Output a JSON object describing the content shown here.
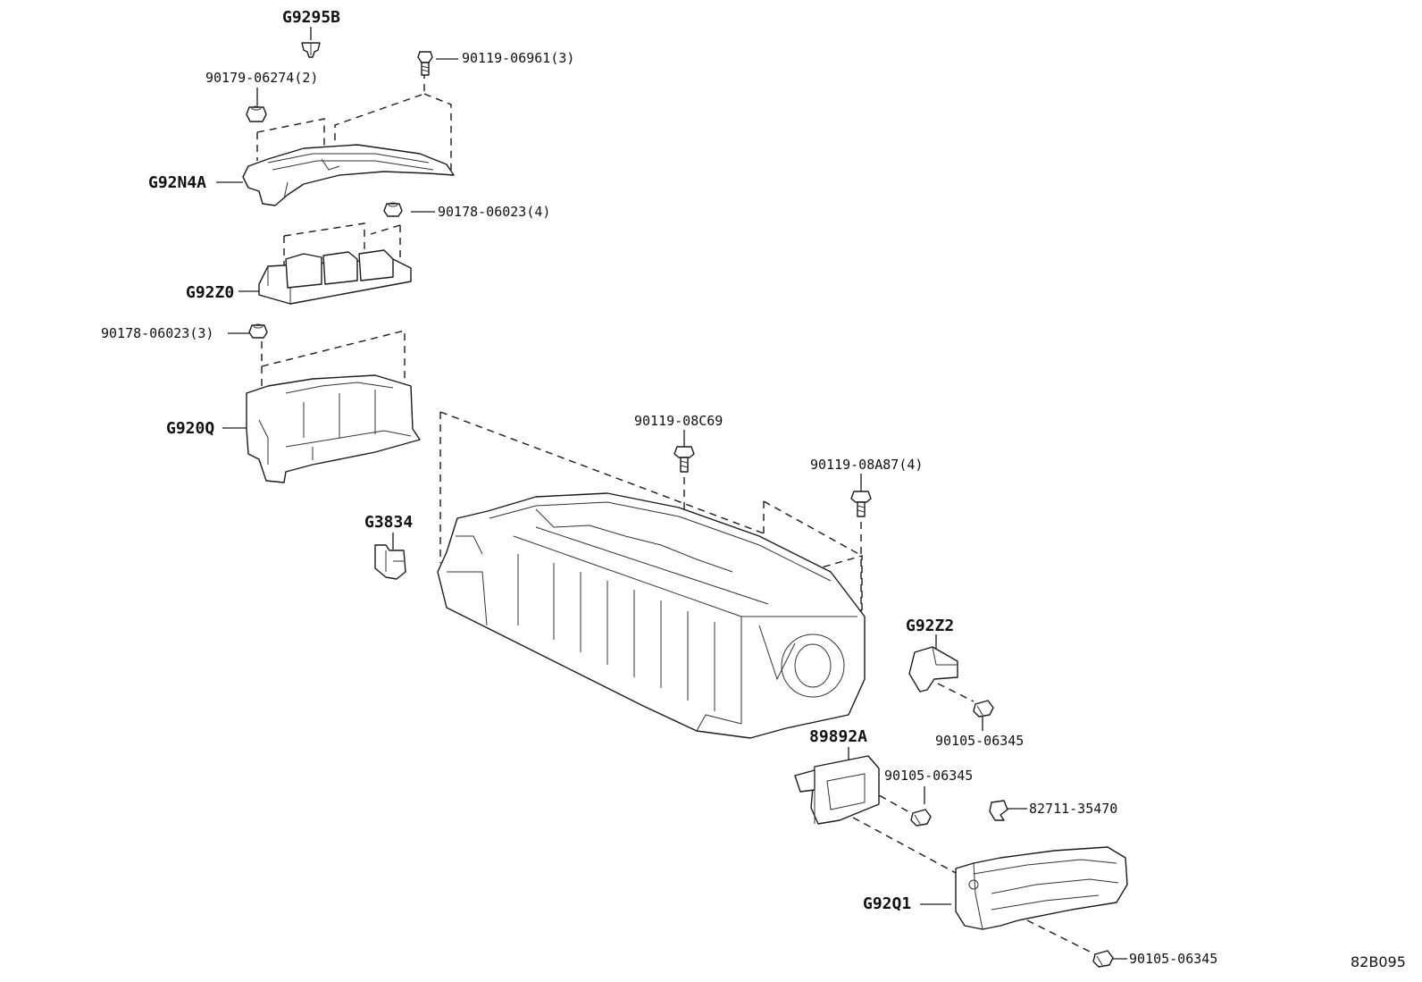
{
  "diagram_id": "82B095",
  "labels": {
    "g9295b": "G9295B",
    "p90119_06961": "90119-06961(3)",
    "p90179_06274": "90179-06274(2)",
    "g92n4a": "G92N4A",
    "p90178_06023_4": "90178-06023(4)",
    "g92z0": "G92Z0",
    "p90178_06023_3": "90178-06023(3)",
    "g920q": "G920Q",
    "p90119_08c69": "90119-08C69",
    "p90119_08a87": "90119-08A87(4)",
    "g3834": "G3834",
    "g92z2": "G92Z2",
    "p90105_06345_a": "90105-06345",
    "g89892a": "89892A",
    "p90105_06345_b": "90105-06345",
    "p82711_35470": "82711-35470",
    "g92q1": "G92Q1",
    "p90105_06345_c": "90105-06345"
  }
}
